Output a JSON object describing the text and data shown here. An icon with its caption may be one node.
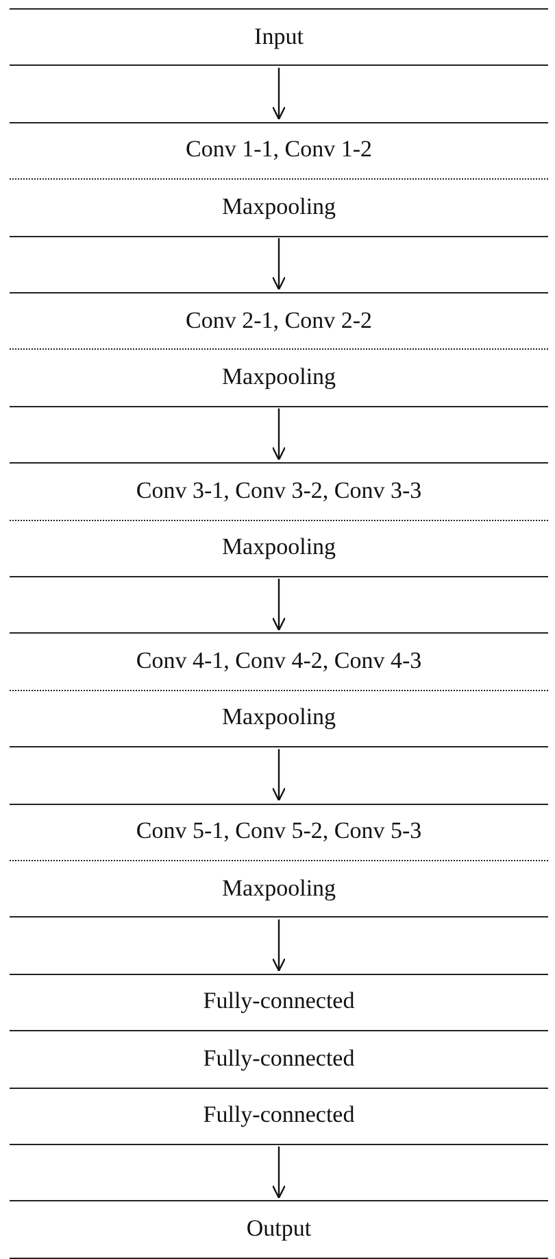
{
  "diagram": {
    "nodes": [
      {
        "text": [
          "Input"
        ]
      },
      {
        "text": [
          "Conv 1-1, Conv 1-2"
        ]
      },
      {
        "text": [
          "Maxpooling"
        ]
      },
      {
        "text": [
          "Conv 2-1, Conv 2-2"
        ]
      },
      {
        "text": [
          "Maxpooling"
        ]
      },
      {
        "text": [
          "Conv 3-1, Conv 3-2, Conv 3-3"
        ]
      },
      {
        "text": [
          "Maxpooling"
        ]
      },
      {
        "text": [
          "Conv 4-1, Conv 4-2, Conv 4-3"
        ]
      },
      {
        "text": [
          "Maxpooling"
        ]
      },
      {
        "text": [
          "Conv 5-1, Conv 5-2, Conv 5-3"
        ]
      },
      {
        "text": [
          "Maxpooling"
        ]
      },
      {
        "text": [
          "Fully-connected"
        ]
      },
      {
        "text": [
          "Fully-connected"
        ]
      },
      {
        "text": [
          "Fully-connected"
        ]
      },
      {
        "text": [
          "Output"
        ]
      }
    ],
    "edges": [
      {
        "from": 0,
        "to": 1,
        "arrow": "to"
      },
      {
        "from": 2,
        "to": 3,
        "arrow": "to"
      },
      {
        "from": 4,
        "to": 5,
        "arrow": "to"
      },
      {
        "from": 6,
        "to": 7,
        "arrow": "to"
      },
      {
        "from": 8,
        "to": 9,
        "arrow": "to"
      },
      {
        "from": 10,
        "to": 11,
        "arrow": "to"
      },
      {
        "from": 13,
        "to": 14,
        "arrow": "to"
      }
    ]
  }
}
